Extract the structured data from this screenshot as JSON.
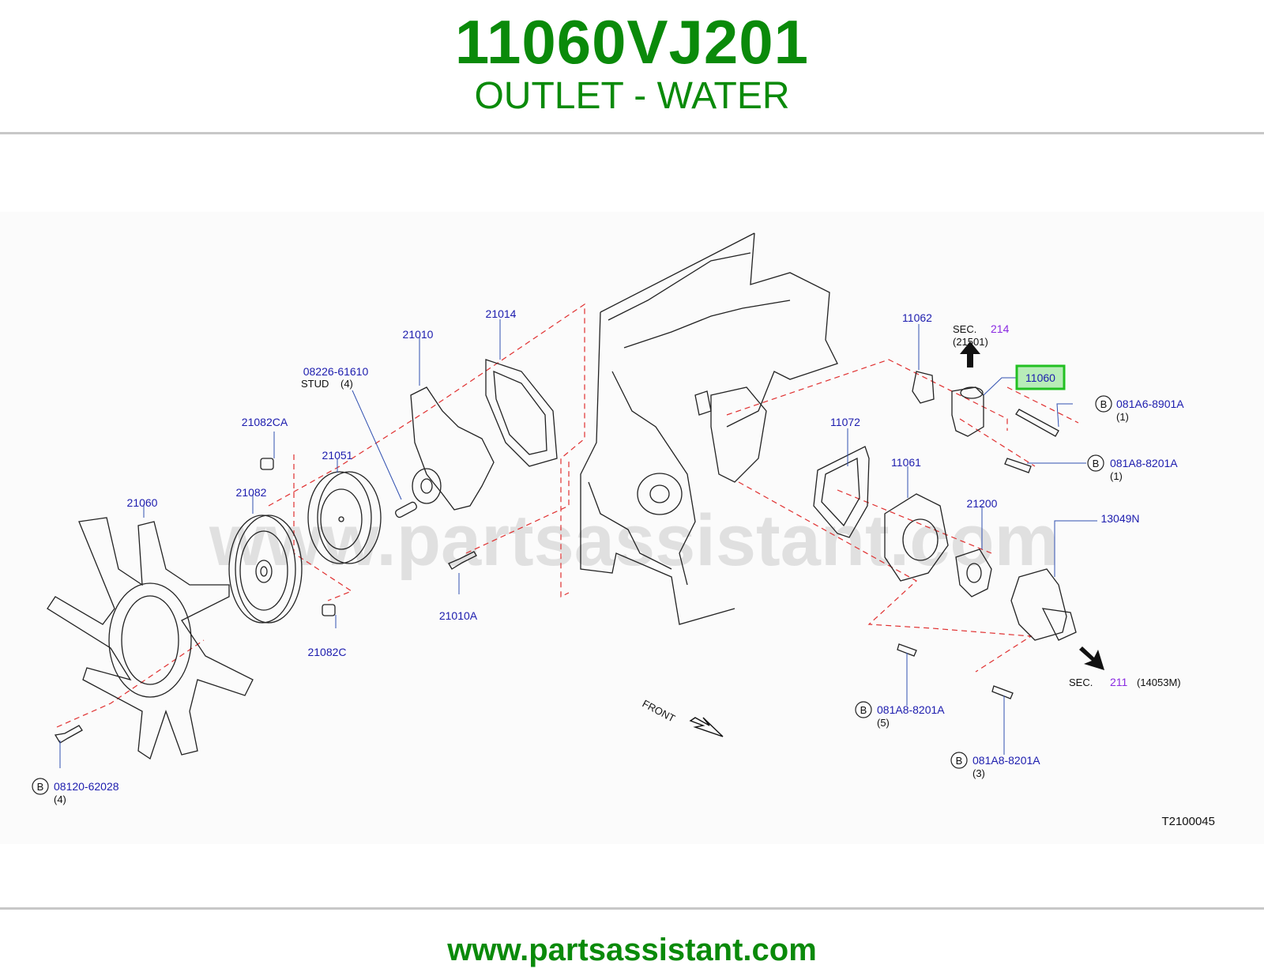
{
  "header": {
    "part_number": "11060VJ201",
    "part_name": "OUTLET - WATER"
  },
  "footer": {
    "url": "www.partsassistant.com"
  },
  "watermark": "www.partsassistant.com",
  "diagram": {
    "code": "T2100045",
    "front_label": "FRONT",
    "highlight_color": "#22c022",
    "labels": {
      "p21060": "21060",
      "p21082": "21082",
      "p21082CA": "21082CA",
      "p21082C": "21082C",
      "p21051": "21051",
      "p08226": "08226-61610",
      "stud": "STUD",
      "stud_qty": "(4)",
      "p21010": "21010",
      "p21014": "21014",
      "p21010A": "21010A",
      "p11062": "11062",
      "p11060": "11060",
      "p11072": "11072",
      "p11061": "11061",
      "p21200": "21200",
      "p13049N": "13049N",
      "b1_part": "081A6-8901A",
      "b1_qty": "(1)",
      "b2_part": "081A8-8201A",
      "b2_qty": "(1)",
      "b3_part": "081A8-8201A",
      "b3_qty": "(5)",
      "b4_part": "081A8-8201A",
      "b4_qty": "(3)",
      "b5_part": "08120-62028",
      "b5_qty": "(4)",
      "b_mark": "B",
      "sec214": "SEC.",
      "sec214_num": "214",
      "sec214_ref": "(21501)",
      "sec211": "SEC.",
      "sec211_num": "211",
      "sec211_ref": "(14053M)"
    }
  }
}
